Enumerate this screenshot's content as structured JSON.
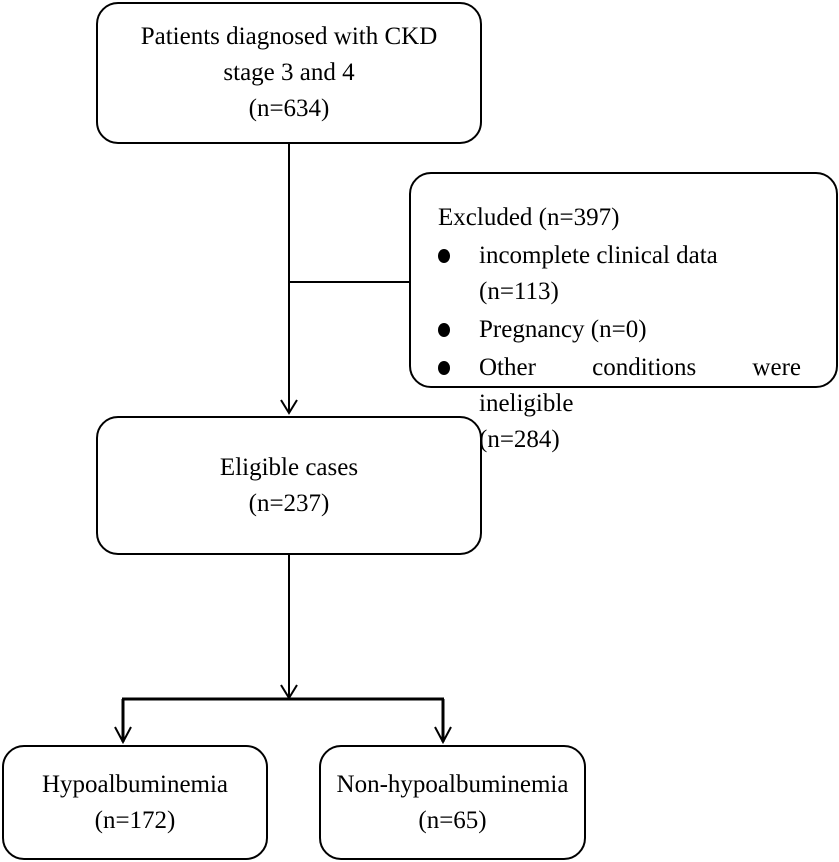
{
  "boxes": {
    "patients": {
      "line1": "Patients diagnosed with CKD",
      "line2": "stage 3 and 4",
      "count": "(n=634)"
    },
    "excluded": {
      "title": "Excluded (n=397)",
      "items": [
        {
          "text": "incomplete clinical data (n=113)"
        },
        {
          "text": "Pregnancy (n=0)"
        },
        {
          "text": "Other conditions were ineligible",
          "continuation": "(n=284)"
        }
      ]
    },
    "eligible": {
      "label": "Eligible cases",
      "count": "(n=237)"
    },
    "hypo": {
      "label": "Hypoalbuminemia",
      "count": "(n=172)"
    },
    "nonhypo": {
      "label": "Non-hypoalbuminemia",
      "count": "(n=65)"
    }
  },
  "colors": {
    "stroke": "#000000",
    "background": "#ffffff",
    "text": "#000000"
  }
}
